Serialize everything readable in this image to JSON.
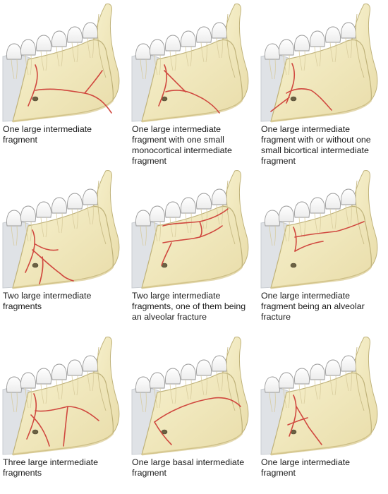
{
  "panels": [
    {
      "caption": "One large intermediate fragment",
      "fractures": [
        "M50,92 C58,110 48,130 40,150",
        "M50,128 C75,124 95,128 120,132 C140,136 150,148 158,160",
        "M120,132 C130,120 138,110 145,100"
      ]
    },
    {
      "caption": "One large intermediate fragment with one small monocortical intermediate fragment",
      "fractures": [
        "M50,92 C58,110 50,130 42,150",
        "M50,100 C60,110 70,120 80,130",
        "M52,130 C75,124 90,132 105,140 C115,146 122,152 128,160"
      ]
    },
    {
      "caption": "One large intermediate fragment with or without one small bicortical intermediate fragment",
      "fractures": [
        "M48,90 C56,108 48,126 40,146",
        "M40,132 C50,126 62,124 75,128 C85,134 95,146 104,156",
        "M18,158 C28,150 36,144 44,138"
      ]
    },
    {
      "caption": "Two large intermediate fragments",
      "fractures": [
        "M46,90 C54,108 46,128 36,150",
        "M50,110 C60,116 70,120 82,118",
        "M46,118 C60,130 72,142 86,152 C92,158 98,160 104,162",
        "M60,128 C62,140 60,152 56,166"
      ]
    },
    {
      "caption": "Two large intermediate fragments, one of them being an alveolar fracture",
      "fractures": [
        "M48,84 C62,80 82,80 100,78 C118,74 130,68 140,60",
        "M48,108 C68,104 84,104 100,100 C112,96 124,90 132,84",
        "M100,78 C104,88 104,96 100,100",
        "M60,108 C56,118 50,128 46,140"
      ]
    },
    {
      "caption": "One large intermediate fragment being an alveolar fracture",
      "fractures": [
        "M50,86 C56,100 54,112 52,120",
        "M52,100 C72,96 90,94 110,92 C126,88 140,82 150,78",
        "M52,120 C66,112 78,108 92,106"
      ]
    }
  ],
  "panels_row3": [
    {
      "caption": "Three large intermediate fragments",
      "fractures": [
        "M48,86 C56,104 48,126 38,150",
        "M50,110 C64,112 80,108 96,104 C112,104 126,112 140,124",
        "M96,104 C94,120 92,140 90,160",
        "M44,116 C56,128 64,140 70,160"
      ]
    },
    {
      "caption": "One large basal intermediate fragment",
      "fractures": [
        "M36,126 C60,108 92,96 120,92 C138,90 150,96 158,104",
        "M36,126 C44,140 52,150 60,158"
      ]
    },
    {
      "caption": "One large intermediate fragment",
      "fractures": [
        "M50,88 C58,106 52,124 44,146",
        "M54,104 C60,114 66,124 72,134 C78,142 84,150 90,158",
        "M42,130 C52,126 62,122 70,120"
      ]
    }
  ]
}
